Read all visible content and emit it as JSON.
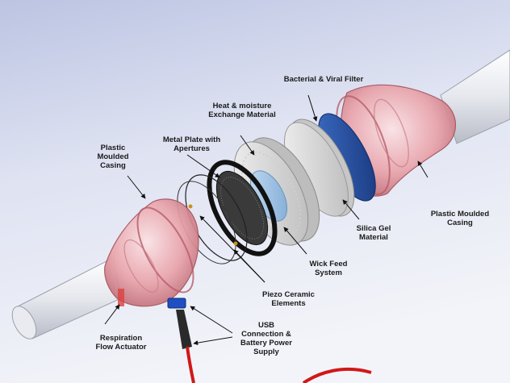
{
  "diagram": {
    "labels": {
      "bacterial_filter": "Bacterial & Viral Filter",
      "heat_moisture": "Heat & moisture\nExchange Material",
      "metal_plate": "Metal Plate with\nApertures",
      "plastic_casing_left": "Plastic\nMoulded\nCasing",
      "plastic_casing_right": "Plastic Moulded\nCasing",
      "silica_gel": "Silica Gel\nMaterial",
      "wick_feed": "Wick Feed\nSystem",
      "piezo": "Piezo Ceramic\nElements",
      "usb": "USB\nConnection &\nBattery Power\nSupply",
      "respiration": "Respiration\nFlow Actuator"
    },
    "colors": {
      "background_top": "#c9d1ea",
      "background_bottom": "#eef0f7",
      "casing": "#e9a0a6",
      "filter": "#2a55a8",
      "silica": "#e8e8e8",
      "hme": "#dcdcdc",
      "wick": "#9ec5e8",
      "plate": "#1a1a1a",
      "cable": "#d01818"
    }
  }
}
